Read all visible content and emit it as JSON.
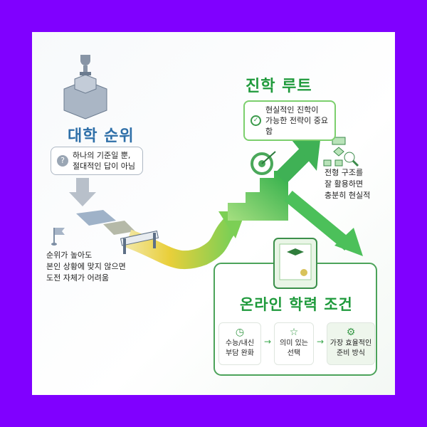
{
  "left": {
    "title": "대학 순위",
    "note_line1": "하나의 기준일 뿐,",
    "note_line2": "절대적인 답이 아님",
    "warning_line1": "순위가 높아도",
    "warning_line2": "본인 상황에 맞지 않으면",
    "warning_line3": "도전 자체가 어려움"
  },
  "right": {
    "title": "진학 루트",
    "note_line1": "현실적인 진학이",
    "note_line2": "가능한 전략이 중요함",
    "side_line1": "전형 구조를",
    "side_line2": "잘 활용하면",
    "side_line3": "충분히 현실적"
  },
  "bottom": {
    "title": "온라인 학력 조건",
    "steps": [
      {
        "icon": "clock-icon",
        "line1": "수능/내신",
        "line2": "부담 완화"
      },
      {
        "icon": "star-icon",
        "line1": "의미 있는",
        "line2": "선택"
      },
      {
        "icon": "gear-icon",
        "line1": "가장 효율적인",
        "line2": "준비 방식"
      }
    ],
    "arrow": "→"
  },
  "colors": {
    "frame": "#8000ff",
    "blue": "#2e6fa8",
    "green": "#1f9a3c"
  }
}
